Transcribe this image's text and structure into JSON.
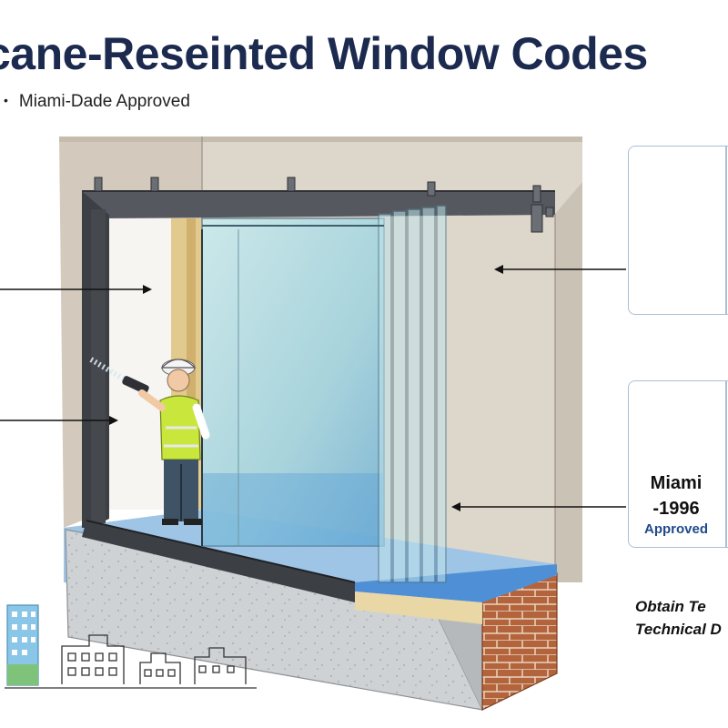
{
  "header": {
    "title": "cane-Reseinted Window Codes",
    "subtitle": "Miami-Dade Approved",
    "bullet": "•"
  },
  "cards": {
    "seal_card": {
      "icons": [
        "county-seal-icon",
        "florida-map-icon"
      ]
    },
    "approval_card": {
      "icon": "approval-shield-icon",
      "city": "Miami",
      "year": "-1996",
      "status": "Approved"
    }
  },
  "notes": {
    "line1": "Obtain Te",
    "line2": "Technical D"
  },
  "colors": {
    "title": "#1b2a4e",
    "glass": "#9fd3df",
    "frame": "#3c3f44",
    "wall": "#d9d1c5",
    "vest": "#c8e63c",
    "brick": "#b4643c",
    "card_border": "#a9bfd6"
  }
}
